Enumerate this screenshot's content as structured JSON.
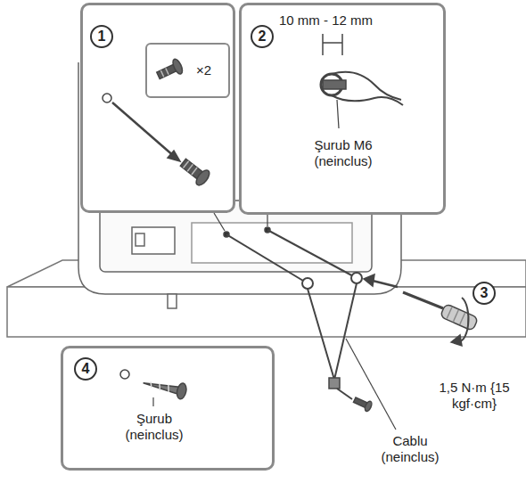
{
  "diagram": {
    "nodes": [
      {
        "text": [
          "1"
        ]
      },
      {
        "text": [
          "×2"
        ],
        "in": 0
      },
      {
        "text": [
          "2",
          "10 mm - 12 mm",
          "Şurub M6 (neinclus)"
        ]
      },
      {
        "text": [
          "4",
          "Şurub (neinclus)"
        ]
      }
    ],
    "labels": [
      "3",
      "1,5 N·m {15 kgf·cm}",
      "Cablu (neinclus)"
    ]
  }
}
